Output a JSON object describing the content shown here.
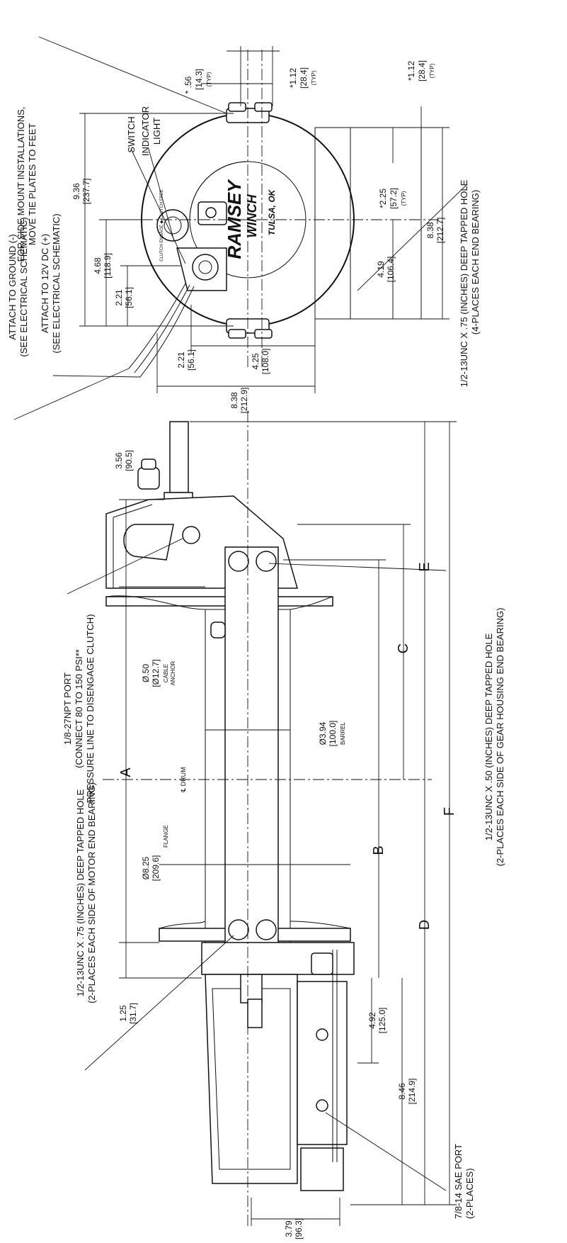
{
  "notes": {
    "side_mount": [
      "FOR SIDE MOUNT INSTALLATIONS,",
      "MOVE TIE PLATES TO FEET"
    ],
    "switch": "SWITCH",
    "indicator_light": [
      "INDICATOR",
      "LIGHT"
    ],
    "attach_ground": [
      "ATTACH TO GROUND (-)",
      "(SEE ELECTRICAL SCHEMATIC)"
    ],
    "attach_12v": [
      "ATTACH TO 12V DC (+)",
      "(SEE ELECTRICAL SCHEMATIC)"
    ],
    "tapped_feet": [
      "1/2-13UNC X .75 (INCHES) DEEP TAPPED HOLE",
      "(4-PLACES EACH END BEARING)"
    ],
    "tapped_gear": [
      "1/2-13UNC X .50 (INCHES) DEEP TAPPED HOLE",
      "(2-PLACES EACH SIDE OF GEAR HOUSING END BEARING)"
    ],
    "npt_port": [
      "1/8-27NPT PORT",
      "(CONNECT 80 TO 150 PSI**",
      "PRESSURE LINE TO DISENGAGE CLUTCH)"
    ],
    "tapped_motor": [
      "1/2-13UNC X .75 (INCHES) DEEP TAPPED HOLE",
      "(2-PLACES EACH SIDE OF MOTOR END BEARING)"
    ],
    "sae_port": [
      "7/8-14 SAE PORT",
      "(2-PLACES)"
    ]
  },
  "dims_end_view": {
    "d056": [
      "* .56",
      "[14.3]",
      "(TYP)"
    ],
    "d112a": [
      "*1.12",
      "[28.4]",
      "(TYP)"
    ],
    "d112b": [
      "*1.12",
      "[28.4]",
      "(TYP)"
    ],
    "d225": [
      "*2.25",
      "[57.2]",
      "(TYP)"
    ],
    "d936": [
      "9.36",
      "[237.7]"
    ],
    "d468": [
      "4.68",
      "[118.9]"
    ],
    "d221a": [
      "2.21",
      "[56.1]"
    ],
    "d419": [
      "4.19",
      "[106.4]"
    ],
    "d838a": [
      "8.38",
      "[212.7]"
    ],
    "d221b": [
      "2.21",
      "[56.1]"
    ],
    "d425": [
      "4.25",
      "[108.0]"
    ],
    "d838b": [
      "8.38",
      "[212.9]"
    ]
  },
  "dims_side_view": {
    "d356": [
      "3.56",
      "[90.5]"
    ],
    "d050": [
      "Ø.50",
      "[Ø12.7]",
      "CABLE",
      "ANCHOR"
    ],
    "drum": "℄ DRUM",
    "d394": [
      "Ø3.94",
      "[100.0]",
      "BARREL"
    ],
    "d825": [
      "Ø8.25",
      "[209.6]",
      "FLANGE"
    ],
    "d125": [
      "1.25",
      "[31.7]"
    ],
    "d492": [
      "4.92",
      "[125.0]"
    ],
    "d846": [
      "8.46",
      "[214.9]"
    ],
    "d379": [
      "3.79",
      "[96.3]"
    ],
    "A": "A",
    "B": "B",
    "C": "C",
    "D": "D",
    "E": "E",
    "F": "F"
  },
  "logo": {
    "brand_top": "RAMSEY",
    "brand_bottom": "WINCH",
    "city": "TULSA, OK",
    "clutch_label": "CLUTCH ENGAGE  ◆  CLUTCH FREE"
  }
}
